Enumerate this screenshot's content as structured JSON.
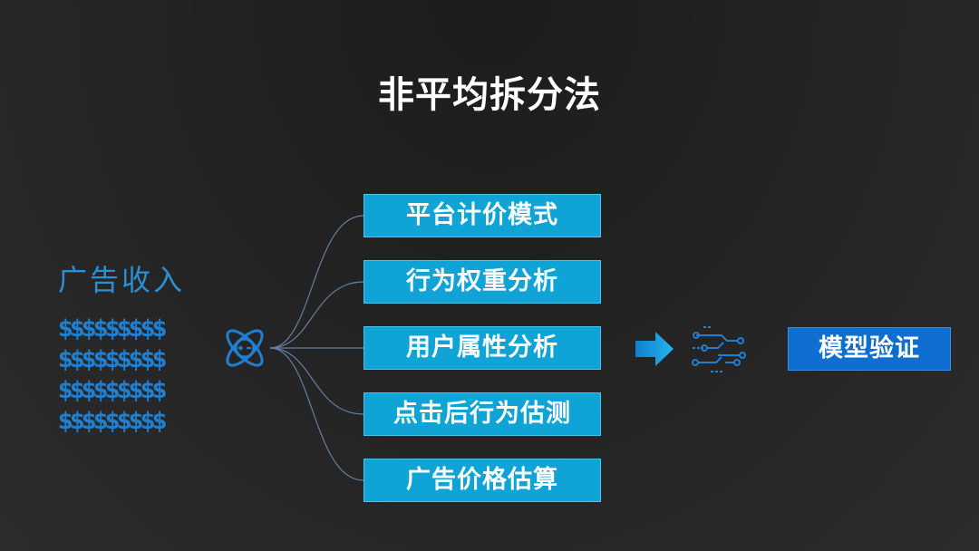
{
  "title": "非平均拆分法",
  "source": {
    "label": "广告收入",
    "dollar_rows": [
      "$$$$$$$$$",
      "$$$$$$$$$",
      "$$$$$$$$$",
      "$$$$$$$$$"
    ]
  },
  "factors": [
    {
      "label": "平台计价模式"
    },
    {
      "label": "行为权重分析"
    },
    {
      "label": "用户属性分析"
    },
    {
      "label": "点击后行为估测"
    },
    {
      "label": "广告价格估算"
    }
  ],
  "result": {
    "label": "模型验证"
  },
  "icons": {
    "hub": "atom-icon",
    "flow": "arrow-right-icon",
    "process": "circuit-icon"
  },
  "colors": {
    "background": "#222222",
    "title": "#ffffff",
    "accent_text": "#2b8fd6",
    "dollar": "#1f7fd0",
    "factor_box": "#0fa3d6",
    "model_box": "#0f6fd0",
    "connector": "#6f8fb8"
  }
}
